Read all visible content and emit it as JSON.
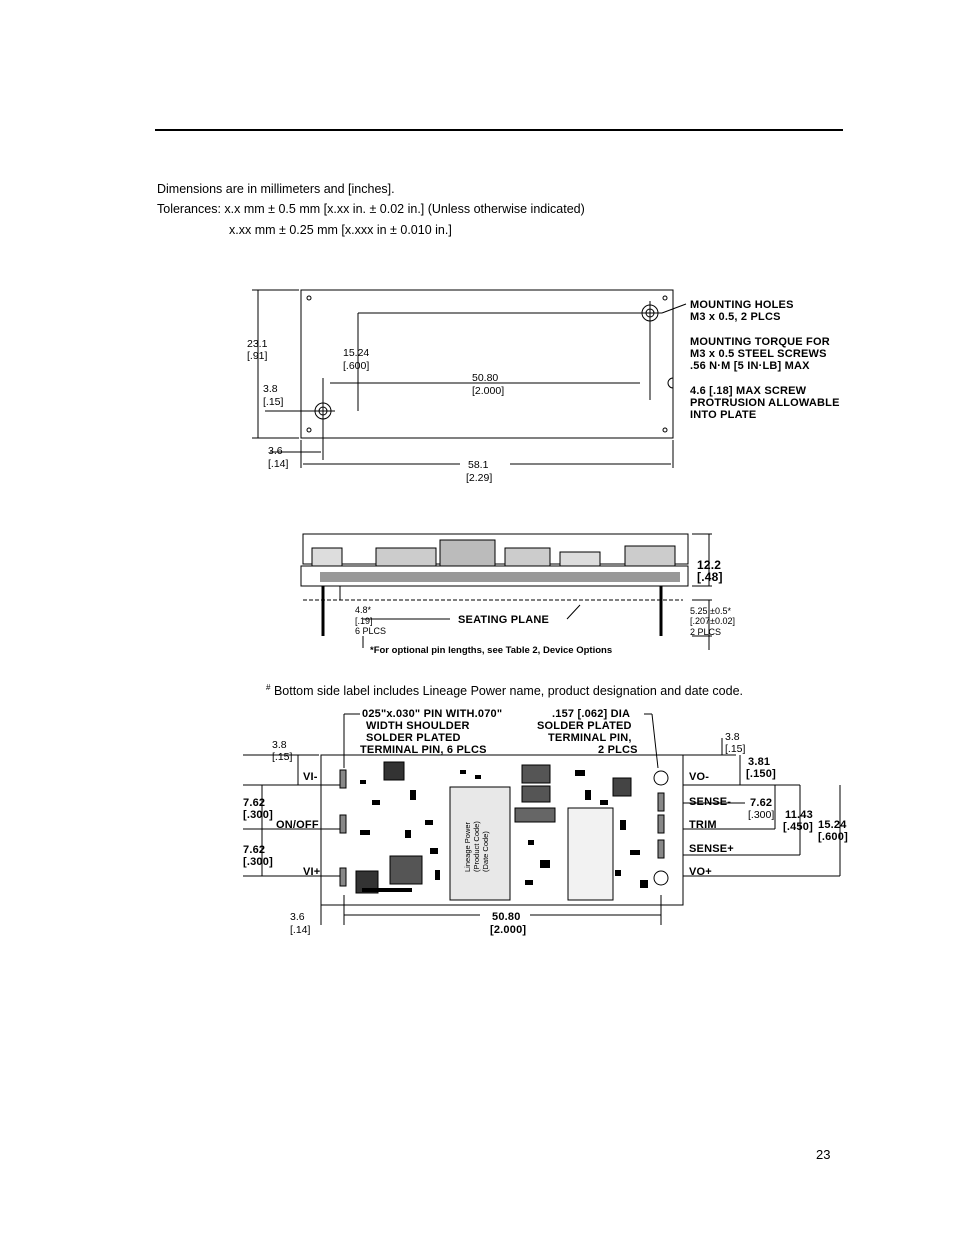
{
  "header_rule": true,
  "notes": {
    "line1": "Dimensions are in millimeters and [inches].",
    "line2": "Tolerances: x.x mm ± 0.5 mm [x.xx in. ± 0.02 in.] (Unless otherwise indicated)",
    "line3": "x.xx mm ± 0.25 mm [x.xxx in ± 0.010 in.]"
  },
  "top_view": {
    "dim_23_1": "23.1",
    "dim_23_1_in": "[.91]",
    "dim_15_24": "15.24",
    "dim_15_24_in": "[.600]",
    "dim_3_8": "3.8",
    "dim_3_8_in": "[.15]",
    "dim_50_80": "50.80",
    "dim_50_80_in": "[2.000]",
    "dim_3_6": "3.6",
    "dim_3_6_in": "[.14]",
    "dim_58_1": "58.1",
    "dim_58_1_in": "[2.29]",
    "mount_note": [
      "MOUNTING  HOLES",
      "M3  x  0.5,  2  PLCS"
    ],
    "torque_note": [
      "MOUNTING  TORQUE  FOR",
      "M3  x  0.5  STEEL  SCREWS",
      ".56  N·M  [5  IN·LB]  MAX"
    ],
    "screw_note": [
      "4.6  [.18]  MAX  SCREW",
      "PROTRUSION  ALLOWABLE",
      "INTO  PLATE"
    ]
  },
  "side_view": {
    "dim_12_2": "12.2",
    "dim_12_2_in": "[.48]",
    "dim_4_8": "4.8*",
    "dim_4_8_in": "[.19]",
    "dim_4_8_plcs": "6 PLCS",
    "seating_plane": "SEATING  PLANE",
    "dim_5_25": "5.25 ±0.5*",
    "dim_5_25_in": "[.207±0.02]",
    "dim_5_25_plcs": "2 PLCS",
    "footnote": "*For optional pin lengths, see Table 2, Device Options"
  },
  "bottom_label_note": {
    "superscript": "#",
    "text": "Bottom side label includes Lineage Power name, product designation and date code."
  },
  "bottom_view": {
    "pin_note_left": [
      "025\"x.030\"  PIN  WITH.070\"",
      "WIDTH  SHOULDER",
      "SOLDER  PLATED",
      "TERMINAL  PIN,  6  PLCS"
    ],
    "pin_note_right": [
      ".157  [.062]  DIA",
      "SOLDER  PLATED",
      "TERMINAL  PIN,",
      "2  PLCS"
    ],
    "left_dims": {
      "d1": "3.8",
      "d1_in": "[.15]",
      "d2": "7.62",
      "d2_in": "[.300]",
      "d3": "7.62",
      "d3_in": "[.300]"
    },
    "pins_left": [
      "VI-",
      "ON/OFF",
      "VI+"
    ],
    "pins_right": [
      "VO-",
      "SENSE-",
      "TRIM",
      "SENSE+",
      "VO+"
    ],
    "right_dims": {
      "d1": "3.8",
      "d1_in": "[.15]",
      "d2": "3.81",
      "d2_in": "[.150]",
      "d3": "7.62",
      "d3_in": "[.300]",
      "d4": "11.43",
      "d4_in": "[.450]",
      "d5": "15.24",
      "d5_in": "[.600]"
    },
    "bottom_dims": {
      "d1": "3.6",
      "d1_in": "[.14]",
      "d2": "50.80",
      "d2_in": "[2.000]"
    },
    "label_lines": [
      "Lineage Power",
      "(Product Code)",
      "(Date Code)"
    ]
  },
  "page_number": "23"
}
